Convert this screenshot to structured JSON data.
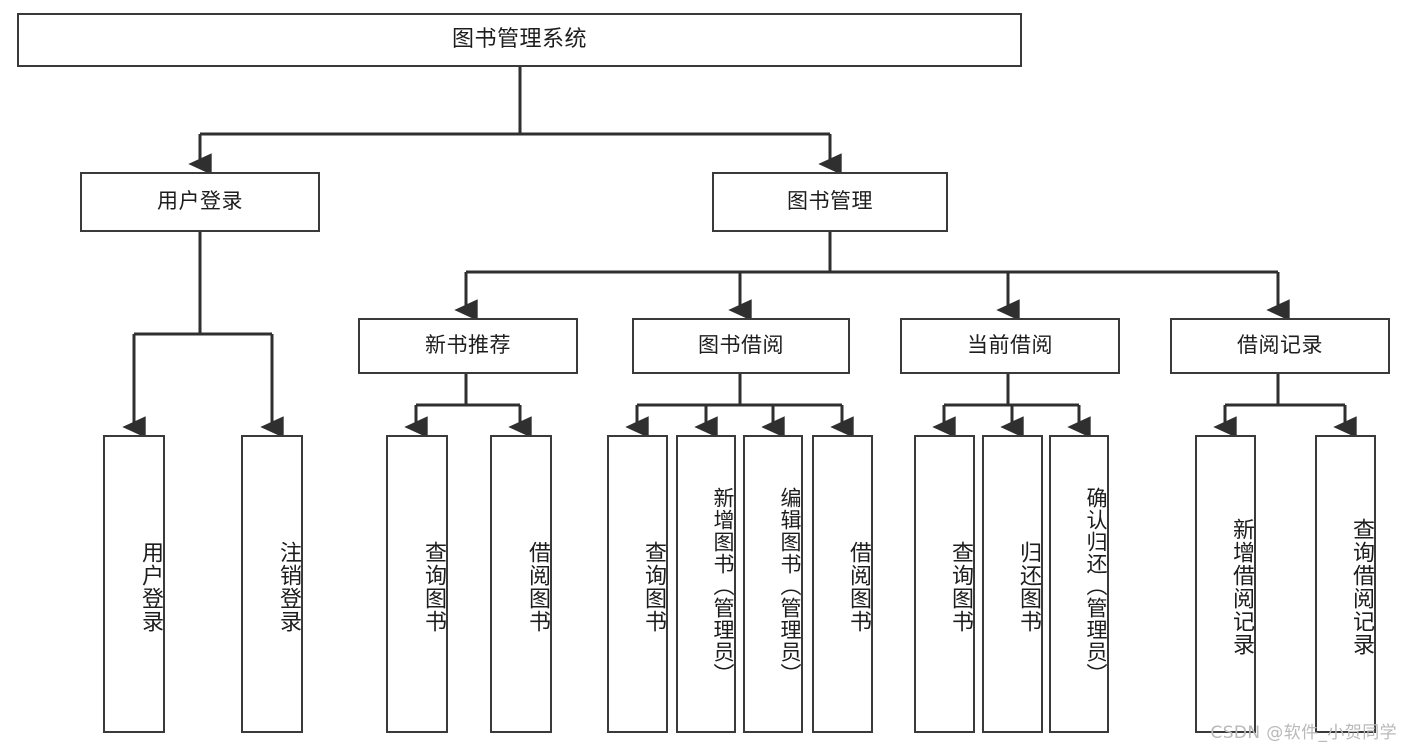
{
  "diagram": {
    "title": "图书管理系统",
    "type": "functional-structure-tree",
    "watermark": "CSDN @软件_小贺同学",
    "colors": {
      "node_border": "#3a3a3a",
      "node_fill": "#ffffff",
      "edge": "#2f2f2f",
      "text": "#1d1d1d",
      "watermark": "#b9b9b9",
      "background": "#ffffff"
    },
    "root": {
      "label": "图书管理系统"
    },
    "level2": [
      {
        "label": "用户登录"
      },
      {
        "label": "图书管理"
      }
    ],
    "level3": [
      {
        "label": "新书推荐"
      },
      {
        "label": "图书借阅"
      },
      {
        "label": "当前借阅"
      },
      {
        "label": "借阅记录"
      }
    ],
    "leaves": {
      "user_login": [
        {
          "label": "用户登录"
        },
        {
          "label": "注销登录"
        }
      ],
      "new_book_recommend": [
        {
          "label": "查询图书"
        },
        {
          "label": "借阅图书"
        }
      ],
      "book_borrow": [
        {
          "label": "查询图书"
        },
        {
          "label": "新增图书（管理员）"
        },
        {
          "label": "编辑图书（管理员）"
        },
        {
          "label": "借阅图书"
        }
      ],
      "current_borrow": [
        {
          "label": "查询图书"
        },
        {
          "label": "归还图书"
        },
        {
          "label": "确认归还（管理员）"
        }
      ],
      "borrow_record": [
        {
          "label": "新增借阅记录"
        },
        {
          "label": "查询借阅记录"
        }
      ]
    }
  }
}
